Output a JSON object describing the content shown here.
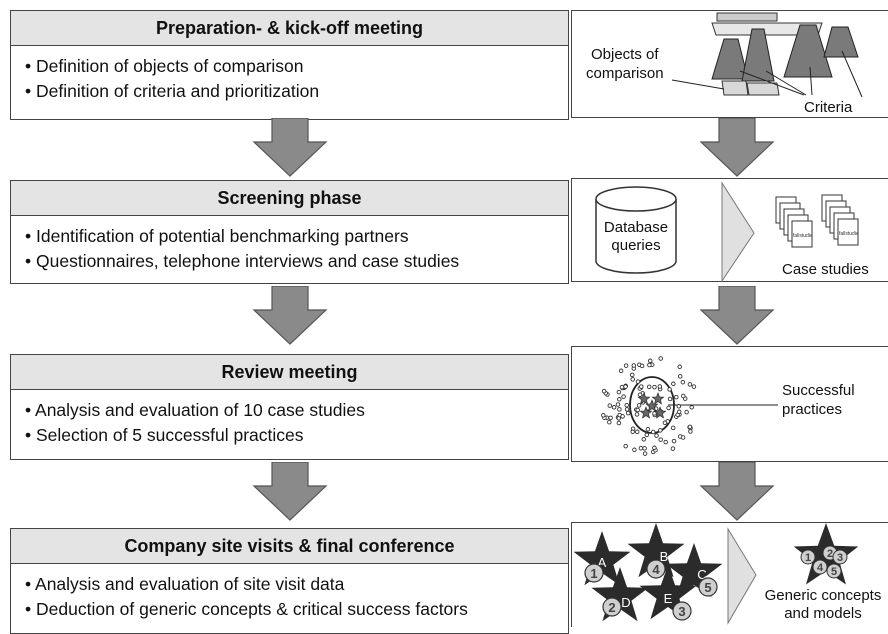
{
  "stages": [
    {
      "title": "Preparation- & kick-off meeting",
      "bullets": [
        "Definition of objects of comparison",
        "Definition of criteria and prioritization"
      ]
    },
    {
      "title": "Screening phase",
      "bullets": [
        "Identification of potential benchmarking partners",
        "Questionnaires, telephone interviews and case studies"
      ]
    },
    {
      "title": "Review meeting",
      "bullets": [
        "Analysis and evaluation of 10 case studies",
        "Selection of 5 successful practices"
      ]
    },
    {
      "title": "Company site visits & final conference",
      "bullets": [
        "Analysis and evaluation of site visit data",
        "Deduction of generic concepts & critical success factors"
      ]
    }
  ],
  "panels": {
    "p1": {
      "objects": "Objects of\ncomparison",
      "criteria": "Criteria"
    },
    "p2": {
      "database": "Database\nqueries",
      "case_studies": "Case studies",
      "doc_text": "fallstudie"
    },
    "p3": {
      "practices": "Successful\npractices"
    },
    "p4": {
      "generic": "Generic concepts\nand models",
      "letters": [
        "A",
        "B",
        "C",
        "D",
        "E"
      ],
      "numbers": [
        "1",
        "2",
        "3",
        "4",
        "5"
      ]
    }
  },
  "colors": {
    "arrow": "#8a8a8a",
    "arrow_stroke": "#555555",
    "header_bg": "#e4e4e4",
    "star": "#2b2b2b",
    "badge": "#cfcfcf"
  }
}
